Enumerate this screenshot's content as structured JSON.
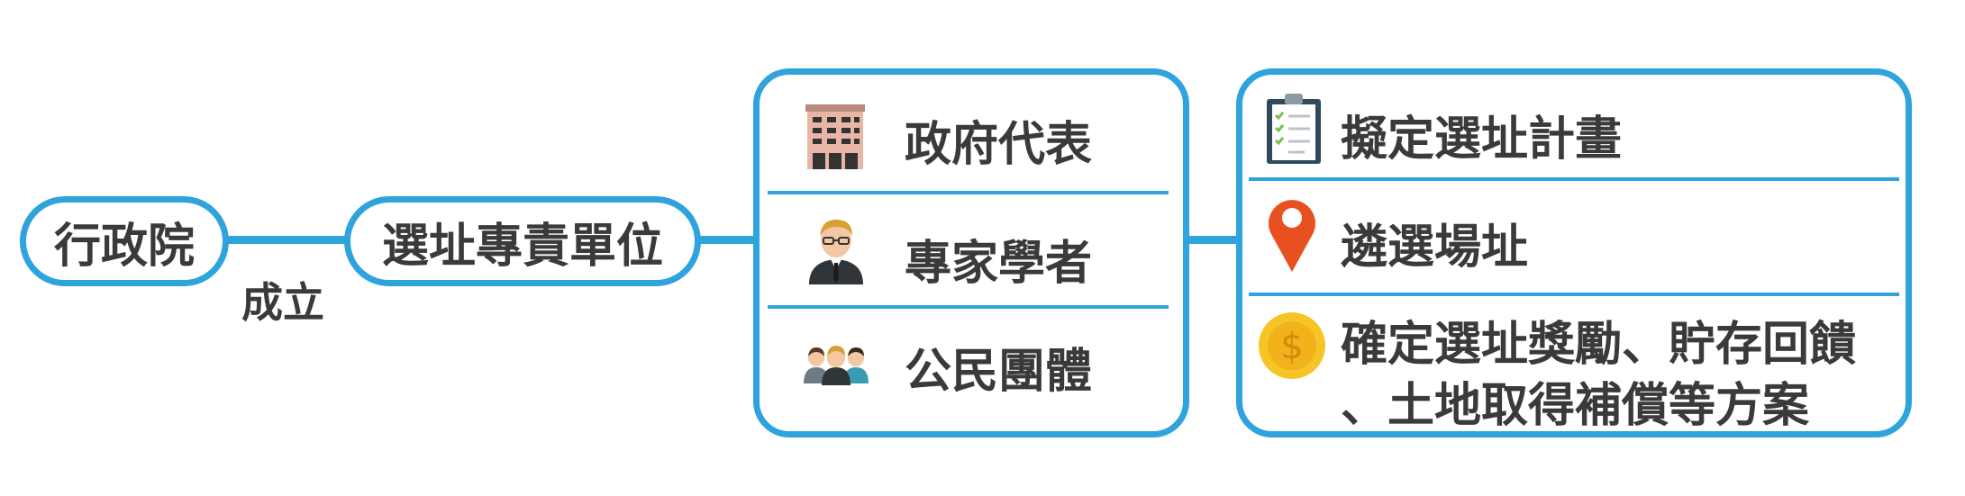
{
  "nodes": {
    "root": "行政院",
    "unit": "選址專責單位",
    "edge_label": "成立"
  },
  "members": [
    {
      "label": "政府代表",
      "icon": "building-icon"
    },
    {
      "label": "專家學者",
      "icon": "expert-icon"
    },
    {
      "label": "公民團體",
      "icon": "group-icon"
    }
  ],
  "tasks": [
    {
      "label": "擬定選址計畫",
      "icon": "clipboard-icon"
    },
    {
      "label": "遴選場址",
      "icon": "location-pin-icon"
    },
    {
      "label_line1": "確定選址獎勵、貯存回饋",
      "label_line2": "、土地取得補償等方案",
      "icon": "coin-icon"
    }
  ],
  "colors": {
    "accent": "#2ea3dc",
    "pin": "#e8501f",
    "coin": "#f6c425"
  }
}
